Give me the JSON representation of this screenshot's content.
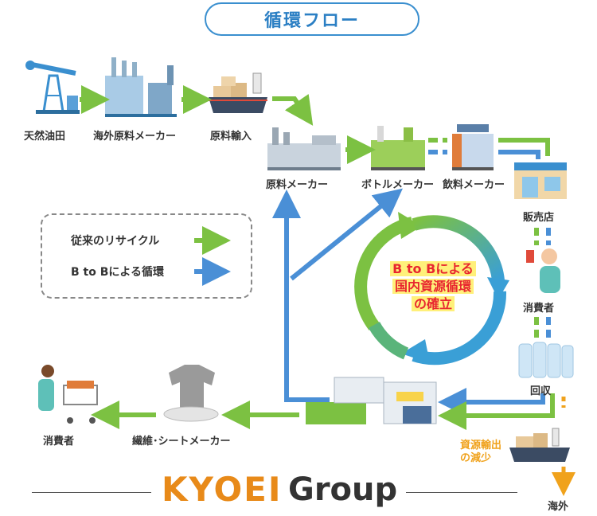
{
  "title": "循環フロー",
  "nodes": {
    "oilfield": "天然油田",
    "overseas_maker": "海外原料メーカー",
    "import": "原料輸入",
    "material_maker": "原料メーカー",
    "bottle_maker": "ボトルメーカー",
    "beverage_maker": "飲料メーカー",
    "store": "販売店",
    "consumer_right": "消費者",
    "collection": "回収",
    "resource_export": "資源輸出\nの減少",
    "overseas": "海外",
    "fiber_maker": "繊維･シートメーカー",
    "consumer_left": "消費者"
  },
  "legend": {
    "conventional": "従来のリサイクル",
    "btob": "B to Bによる循環"
  },
  "center": {
    "line1": "B to Bによる",
    "line2": "国内資源循環",
    "line3": "の確立"
  },
  "brand": {
    "logo": "KYOEI",
    "group": "Group"
  },
  "colors": {
    "green": "#7cc142",
    "blue": "#4a8fd6",
    "orange": "#f0a21c",
    "title": "#2b7fc4"
  }
}
